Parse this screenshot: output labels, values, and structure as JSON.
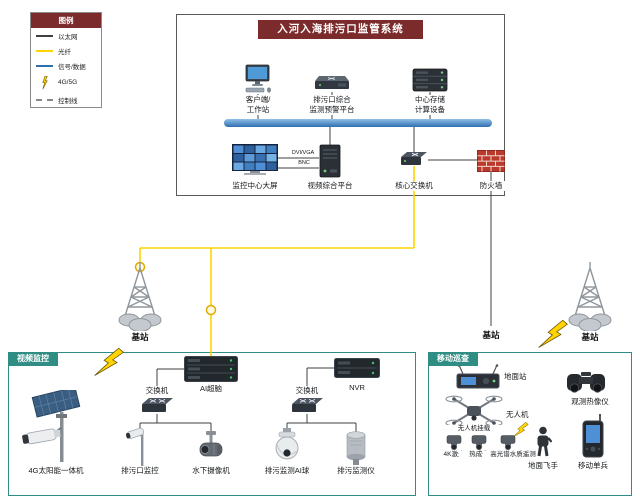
{
  "colors": {
    "title_bar": "#7b2b2b",
    "bus": "#2e6fae",
    "fiber": "#ffd400",
    "firewall": "#bc3a2b",
    "box_tab": "#2f8d84"
  },
  "legend": {
    "title": "图例",
    "items": [
      {
        "label": "以太网"
      },
      {
        "label": "光纤"
      },
      {
        "label": "信号/数据"
      },
      {
        "label": "4G/5G"
      },
      {
        "label": "控制线"
      }
    ]
  },
  "system": {
    "title": "入河入海排污口监管系统",
    "workstation": "客户端/\n工作站",
    "platform": "排污口综合\n监测预警平台",
    "storage": "中心存储\n计算设备",
    "bigscreen": "监控中心大屏",
    "video_platform": "视频综合平台",
    "dvi_label": "DVI/VGA",
    "bnc_label": "BNC",
    "core_switch": "核心交换机",
    "firewall": "防火墙"
  },
  "stations": {
    "left": "基站",
    "mid": "基站",
    "right": "基站"
  },
  "video_box": {
    "title": "视频监控",
    "solar_camera": "4G太阳能一体机",
    "switch1": "交换机",
    "ai_brain": "AI超脑",
    "outlet_camera": "排污口监控",
    "underwater_camera": "水下摄像机",
    "switch2": "交换机",
    "nvr": "NVR",
    "ai_ball": "排污监测AI球",
    "monitor_device": "排污监测仪"
  },
  "mobile_box": {
    "title": "移动巡查",
    "ground_station": "地面站",
    "drone": "无人机",
    "thermal_imager": "观测热像仪",
    "payload_title": "无人机挂载",
    "payloads": [
      "4K激光",
      "热成像",
      "高光谱水质遥测"
    ],
    "pilot": "地面飞手",
    "handheld": "移动单兵"
  }
}
